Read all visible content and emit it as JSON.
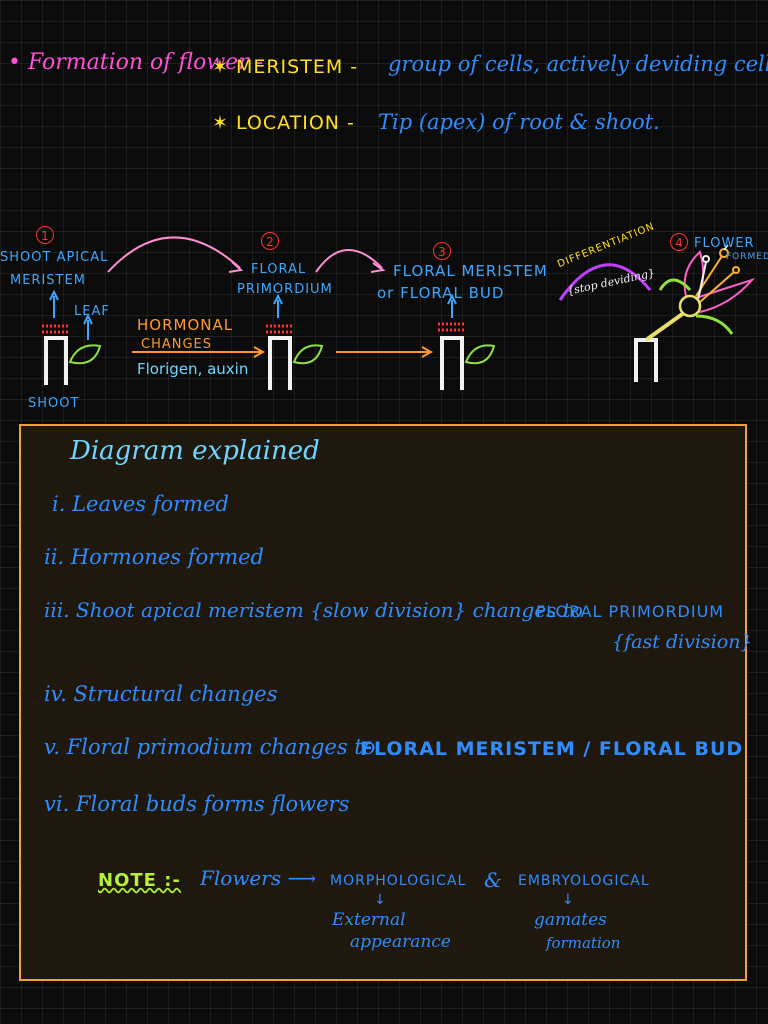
{
  "header": {
    "bullet_title": "• Formation of flower -",
    "meristem_label": "✶ MERISTEM -",
    "meristem_def": "group of cells, actively deviding cells.",
    "location_label": "✶ LOCATION -",
    "location_def": "Tip (apex) of root & shoot."
  },
  "diagram": {
    "step1_num": "1",
    "step1_label_a": "SHOOT APICAL",
    "step1_label_b": "MERISTEM",
    "leaf_label": "LEAF",
    "shoot_label": "SHOOT",
    "hormonal_a": "HORMONAL",
    "hormonal_b": "CHANGES",
    "florigen": "Florigen, auxin",
    "step2_num": "2",
    "step2_label_a": "FLORAL",
    "step2_label_b": "PRIMORDIUM",
    "step3_num": "3",
    "step3_label_a": "FLORAL MERISTEM",
    "step3_label_b": "or FLORAL BUD",
    "differentiation": "DIFFERENTIATION",
    "stop_deviding": "{stop deviding}",
    "step4_num": "4",
    "step4_label_a": "FLOWER",
    "step4_label_b": "FORMED"
  },
  "explained": {
    "title": "Diagram explained",
    "items": [
      "i. Leaves formed",
      "ii. Hormones formed",
      "iii. Shoot apical meristem {slow division} changes to",
      "iv. Structural changes",
      "v. Floral primodium changes to",
      "vi. Floral buds forms flowers"
    ],
    "iii_caps": "FLORAL PRIMORDIUM",
    "iii_fast": "{fast division}",
    "v_caps": "FLORAL MERISTEM / FLORAL BUD",
    "note_label": "NOTE :-",
    "note_flowers": "Flowers ⟶",
    "note_morph": "MORPHOLOGICAL",
    "note_amp": "&",
    "note_embryo": "EMBRYOLOGICAL",
    "morph_down": "↓",
    "morph_sub_a": "External",
    "morph_sub_b": "appearance",
    "embryo_down": "↓",
    "embryo_sub_a": "gamates",
    "embryo_sub_b": "formation"
  },
  "colors": {
    "background": "#0b0b0b",
    "pink": "#ff4fd8",
    "yellow": "#ffe01a",
    "blue": "#2f8cff",
    "cyan": "#6fd6ff",
    "orange": "#ff9a2a",
    "red": "#ff3030",
    "box_border": "#f0a230"
  }
}
